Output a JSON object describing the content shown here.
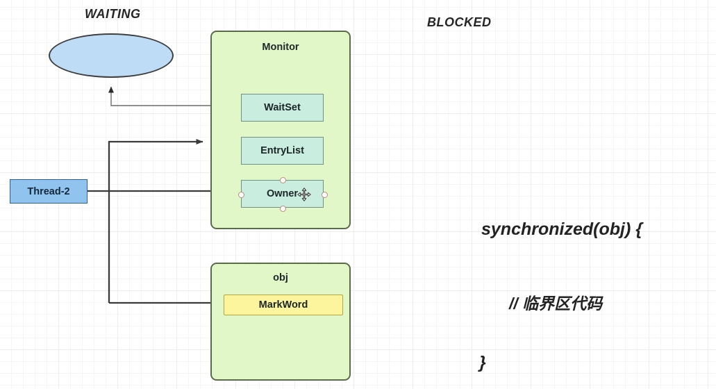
{
  "diagram": {
    "title_states": {
      "waiting": "WAITING",
      "blocked": "BLOCKED"
    },
    "thread": {
      "label": "Thread-2"
    },
    "monitor": {
      "title": "Monitor",
      "slots": [
        {
          "label": "WaitSet"
        },
        {
          "label": "EntryList"
        },
        {
          "label": "Owner"
        }
      ]
    },
    "obj": {
      "title": "obj",
      "slots": [
        {
          "label": "MarkWord"
        }
      ]
    },
    "code": {
      "lines": [
        "synchronized(obj) {",
        "// 临界区代码",
        "}"
      ]
    },
    "icons": {
      "move_cursor": "move-cursor-icon"
    },
    "colors": {
      "monitor_fill": "#e2f7c8",
      "monitor_stroke": "#5a6b4a",
      "slot_fill": "#c9edde",
      "slot_stroke": "#6f8f85",
      "markword_fill": "#fcf59e",
      "markword_stroke": "#b2a63f",
      "thread_fill": "#90c4ef",
      "thread_stroke": "#2f6095",
      "waiting_fill": "#bfdcf7",
      "waiting_stroke": "#3f3f3f",
      "connector": "#3a3a3a",
      "handle_stroke": "#c08a7a",
      "grid_minor": "#f5f5f5",
      "grid_major": "#ededed"
    }
  }
}
